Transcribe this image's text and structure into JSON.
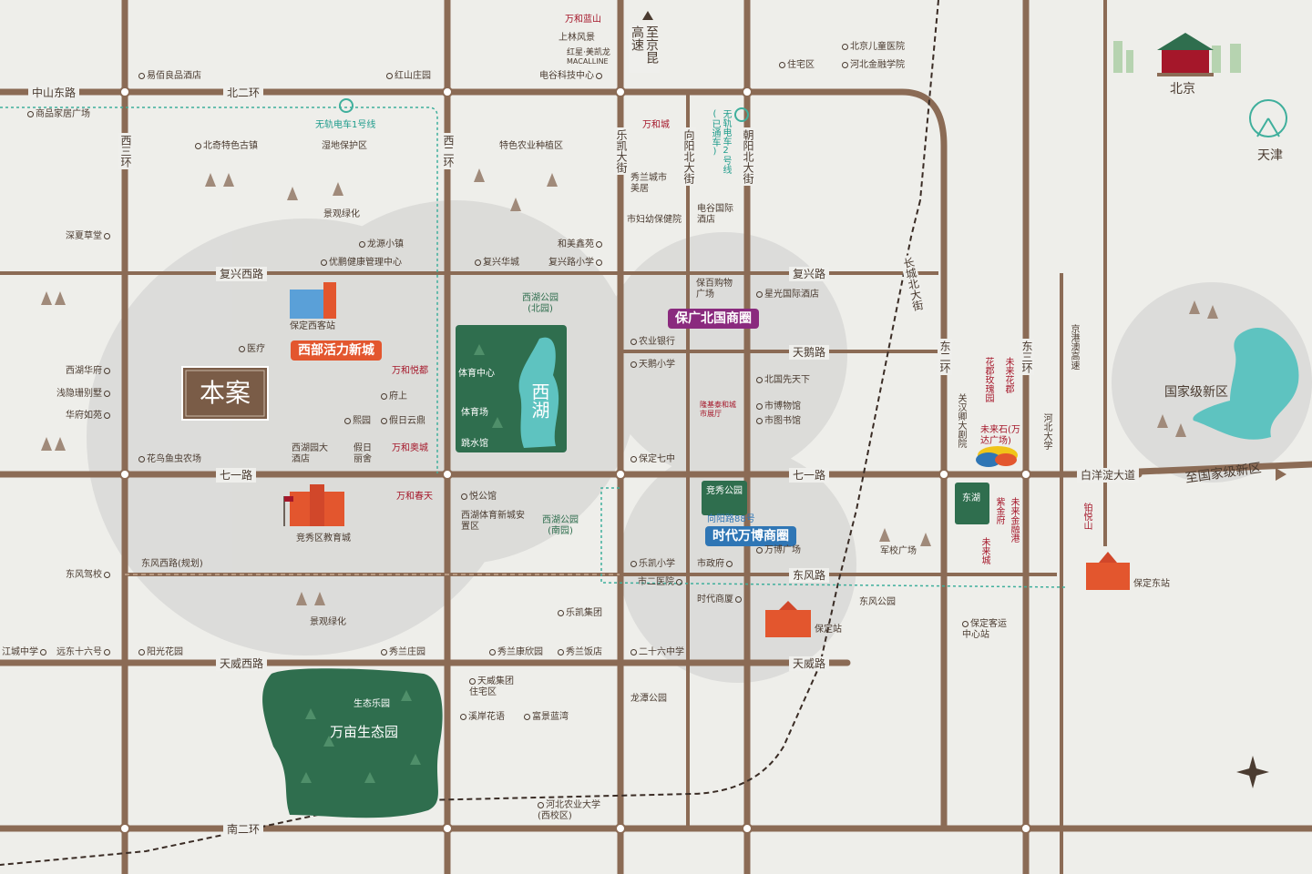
{
  "colors": {
    "road": "#8b6b55",
    "panel": "#2f6e4e",
    "lake": "#5ec3c0",
    "accent_red": "#a5172a",
    "banner_orange": "#e3562e",
    "banner_purple": "#8a2a7e",
    "banner_blue": "#2f76b5",
    "project": "#7a5c47"
  },
  "project_label": "本案",
  "roads": {
    "zhongshan_east": "中山东路",
    "north2": "北二环",
    "west3": "西三环",
    "west2": "西二环",
    "fuxing_west": "复兴西路",
    "qiyi_road": "七一路",
    "qiyi_road_east": "七一路",
    "dongfeng_west": "东风西路(规划)",
    "tianwei_west": "天威西路",
    "south2": "南二环",
    "fuxing_road": "复兴路",
    "tiane_road": "天鹅路",
    "dongfeng_road": "东风路",
    "tianwei_road": "天威路",
    "lekai": "乐凯大街",
    "xiangyang": "向阳北大街",
    "chaoyang": "朝阳北大街",
    "changcheng": "长城北大街",
    "east2": "东二环",
    "east3": "东三环",
    "baiyangdian": "白洋淀大道",
    "to_xinqu": "至国家级新区",
    "highway": "至京昆高速",
    "jinggang": "京港澳高速"
  },
  "tram1": "无轨电车1号线",
  "tram2": "无轨电车2号线(已通车)",
  "banners": {
    "west": "西部活力新城",
    "baoguang": "保广北国商圈",
    "shidai": "时代万博商圈"
  },
  "wanda": {
    "lanshan": "万和蓝山",
    "wanhecheng": "万和城",
    "yuedu": "万和悦都",
    "aocheng": "万和奥城",
    "chuntian": "万和春天"
  },
  "weilai": {
    "mei": "花郡玫瑰园",
    "huajun": "未来花郡",
    "zijin": "紫金府",
    "finance": "未来金融港",
    "cheng": "未来城"
  },
  "parks": {
    "xihu_north": "西湖公园(北园)",
    "xihu_south": "西湖公园(南园)",
    "lake": "西湖",
    "sports_center": "体育中心",
    "stadium": "体育场",
    "diving": "跳水馆",
    "jingxiu": "竞秀公园",
    "donghu": "东湖",
    "shengtai_park": "生态乐园",
    "wanmu": "万亩生态园",
    "xinqu": "国家级新区",
    "beijing": "北京",
    "tianjin": "天津"
  },
  "pois": [
    {
      "t": "易佰良品酒店"
    },
    {
      "t": "红山庄园"
    },
    {
      "t": "上林风景"
    },
    {
      "t": "电谷科技中心"
    },
    {
      "t": "住宅区"
    },
    {
      "t": "北京儿童医院"
    },
    {
      "t": "河北金融学院"
    },
    {
      "t": "商品家居广场"
    },
    {
      "t": "北奇特色古镇"
    },
    {
      "t": "湿地保护区"
    },
    {
      "t": "特色农业种植区"
    },
    {
      "t": "景观绿化"
    },
    {
      "t": "秀兰城市美居"
    },
    {
      "t": "市妇幼保健院"
    },
    {
      "t": "电谷国际酒店"
    },
    {
      "t": "深夏草堂"
    },
    {
      "t": "龙源小镇"
    },
    {
      "t": "优鹏健康管理中心"
    },
    {
      "t": "复兴华城"
    },
    {
      "t": "复兴路小学"
    },
    {
      "t": "和美鑫苑"
    },
    {
      "t": "保百购物广场"
    },
    {
      "t": "星光国际酒店"
    },
    {
      "t": "保定西客站"
    },
    {
      "t": "医疗"
    },
    {
      "t": "农业银行"
    },
    {
      "t": "天鹅小学"
    },
    {
      "t": "北国先天下"
    },
    {
      "t": "西湖华府"
    },
    {
      "t": "浅隐珊别墅"
    },
    {
      "t": "府上"
    },
    {
      "t": "华府如苑"
    },
    {
      "t": "熙园"
    },
    {
      "t": "假日云鼎"
    },
    {
      "t": "隆基泰和城市展厅"
    },
    {
      "t": "市博物馆"
    },
    {
      "t": "市图书馆"
    },
    {
      "t": "花鸟鱼虫农场"
    },
    {
      "t": "西湖园大酒店"
    },
    {
      "t": "假日丽舍"
    },
    {
      "t": "保定七中"
    },
    {
      "t": "悦公馆"
    },
    {
      "t": "西湖体育新城安置区"
    },
    {
      "t": "竞秀区教育城"
    },
    {
      "t": "向阳路88号"
    },
    {
      "t": "万博广场"
    },
    {
      "t": "东风驾校"
    },
    {
      "t": "乐凯小学"
    },
    {
      "t": "市政府"
    },
    {
      "t": "军校广场"
    },
    {
      "t": "市二医院"
    },
    {
      "t": "东风公园"
    },
    {
      "t": "景观绿化"
    },
    {
      "t": "时代商厦"
    },
    {
      "t": "乐凯集团"
    },
    {
      "t": "保定站"
    },
    {
      "t": "保定客运中心站"
    },
    {
      "t": "保定东站"
    },
    {
      "t": "江城中学"
    },
    {
      "t": "远东十六号"
    },
    {
      "t": "阳光花园"
    },
    {
      "t": "秀兰庄园"
    },
    {
      "t": "秀兰康欣园"
    },
    {
      "t": "秀兰饭店"
    },
    {
      "t": "二十六中学"
    },
    {
      "t": "天威集团住宅区"
    },
    {
      "t": "龙潭公园"
    },
    {
      "t": "溪岸花语"
    },
    {
      "t": "富景蓝湾"
    },
    {
      "t": "河北农业大学(西校区)"
    },
    {
      "t": "关汉卿大剧院"
    },
    {
      "t": "河北大学"
    },
    {
      "t": "未来石(万达广场)"
    },
    {
      "t": "铂悦山"
    },
    {
      "t": "红星·美凯龙"
    },
    {
      "t": "MACALLINE"
    }
  ]
}
